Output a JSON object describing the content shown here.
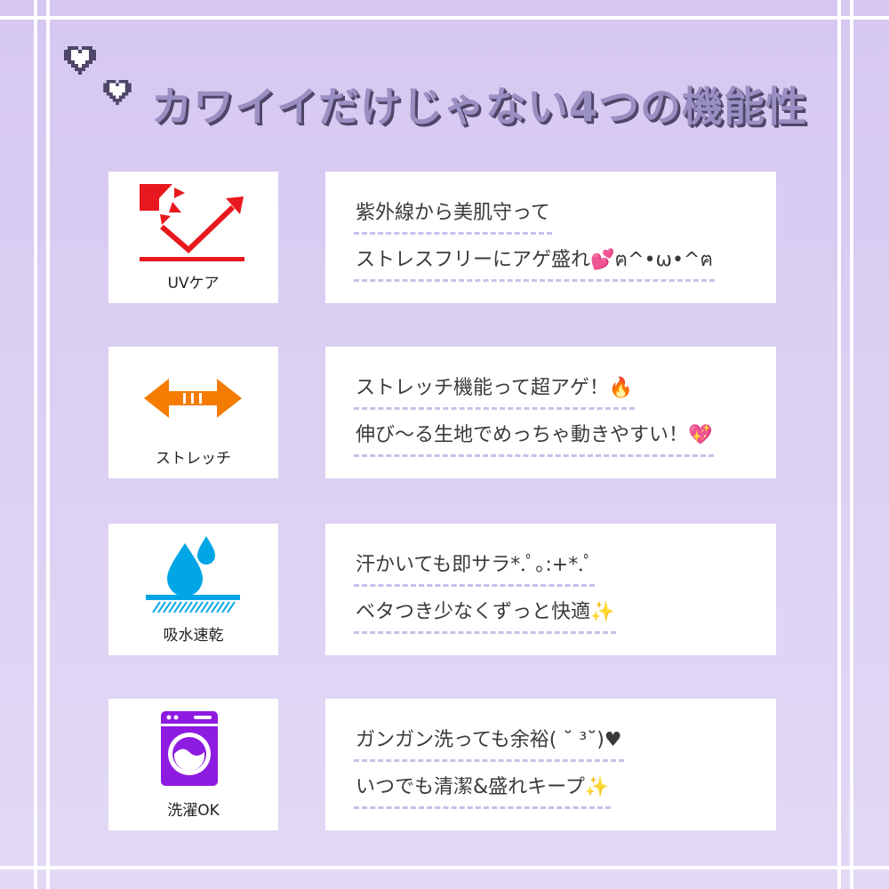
{
  "heading": {
    "title": "カワイイだけじゃない4つの機能性",
    "icons": [
      "pixel-heart-icon",
      "pixel-heart-icon"
    ]
  },
  "colors": {
    "background": "#d6c8f1",
    "title_fill": "#9a8fc2",
    "title_shadow": "#4e4668",
    "uv_red": "#e8191e",
    "stretch_orange": "#f57c00",
    "water_blue": "#00a6e6",
    "washer_purple": "#8e1be0",
    "dash_line": "#c9bfe8"
  },
  "features": [
    {
      "icon": "uv-care-icon",
      "label": "UVケア",
      "lines": [
        "紫外線から美肌守って",
        "ストレスフリーにアゲ盛れ💕ฅ^•ω•^ฅ"
      ]
    },
    {
      "icon": "stretch-arrows-icon",
      "label": "ストレッチ",
      "lines": [
        "ストレッチ機能って超アゲ！🔥",
        "伸び〜る生地でめっちゃ動きやすい！💖"
      ]
    },
    {
      "icon": "water-drops-icon",
      "label": "吸水速乾",
      "lines": [
        "汗かいても即サラ*.ﾟ｡:+*.ﾟ",
        "ベタつき少なくずっと快適✨"
      ]
    },
    {
      "icon": "washing-machine-icon",
      "label": "洗濯OK",
      "lines": [
        "ガンガン洗っても余裕(  ˘ ³˘)♥",
        "いつでも清潔&盛れキープ✨"
      ]
    }
  ]
}
